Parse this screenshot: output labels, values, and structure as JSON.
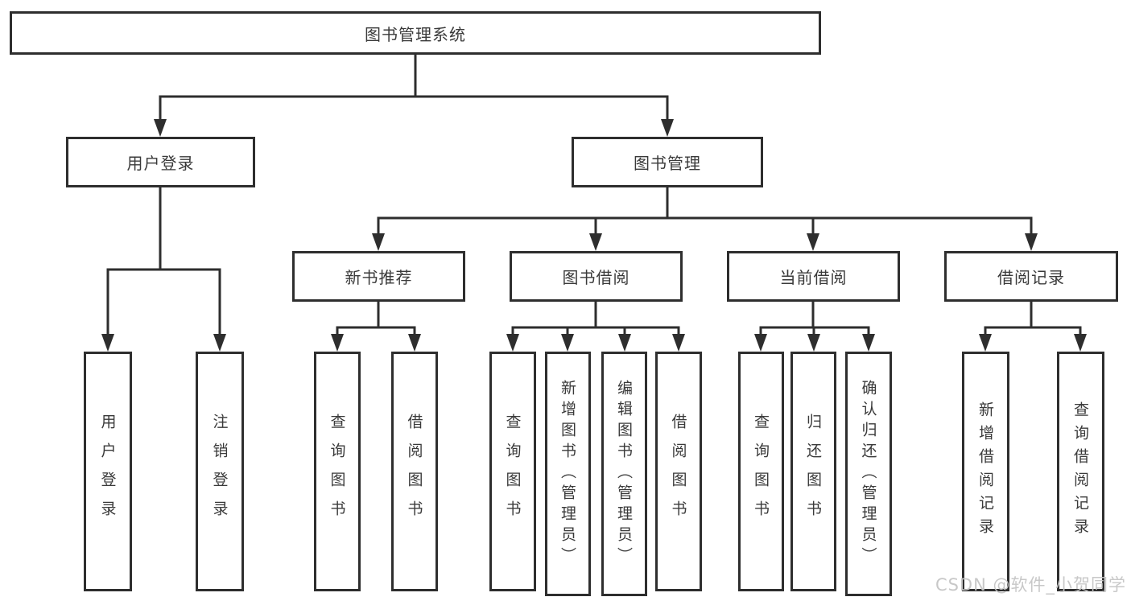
{
  "tree": {
    "root": {
      "label": "图书管理系统",
      "children": {
        "user_login": {
          "label": "用户登录",
          "leaves": [
            {
              "label": "用户登录"
            },
            {
              "label": "注销登录"
            }
          ]
        },
        "book_mgmt": {
          "label": "图书管理",
          "groups": {
            "new_book_rec": {
              "label": "新书推荐",
              "leaves": [
                {
                  "label": "查询图书"
                },
                {
                  "label": "借阅图书"
                }
              ]
            },
            "book_borrow": {
              "label": "图书借阅",
              "leaves": [
                {
                  "label": "查询图书"
                },
                {
                  "label": "新增图书（管理员）"
                },
                {
                  "label": "编辑图书（管理员）"
                },
                {
                  "label": "借阅图书"
                }
              ]
            },
            "current_borrow": {
              "label": "当前借阅",
              "leaves": [
                {
                  "label": "查询图书"
                },
                {
                  "label": "归还图书"
                },
                {
                  "label": "确认归还（管理员）"
                }
              ]
            },
            "borrow_records": {
              "label": "借阅记录",
              "leaves": [
                {
                  "label": "新增借阅记录"
                },
                {
                  "label": "查询借阅记录"
                }
              ]
            }
          }
        }
      }
    }
  },
  "watermark": {
    "text": "CSDN @软件_小贺同学"
  },
  "colors": {
    "line": "#2e2e2e",
    "box_border": "#2e2e2e",
    "text": "#3a3a3a",
    "watermark": "#c6c6c6",
    "background": "#ffffff"
  }
}
